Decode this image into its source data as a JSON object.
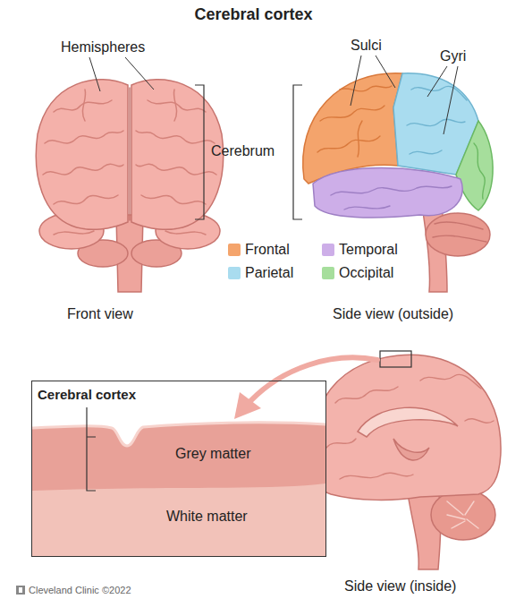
{
  "diagram": {
    "title": "Cerebral cortex",
    "nodes": [
      {
        "text": [
          "Cerebral cortex",
          "Grey matter",
          "White matter"
        ]
      }
    ],
    "labels": [
      "Hemispheres",
      "Cerebrum",
      "Sulci",
      "Gyri",
      "Front view",
      "Side view (outside)",
      "Side view (inside)",
      "Cleveland Clinic ©2022"
    ],
    "legend": [
      {
        "text": "Frontal",
        "color": "#f4a46c"
      },
      {
        "text": "Temporal",
        "color": "#cdaee8"
      },
      {
        "text": "Parietal",
        "color": "#a9dcef"
      },
      {
        "text": "Occipital",
        "color": "#a6de9c"
      }
    ]
  }
}
